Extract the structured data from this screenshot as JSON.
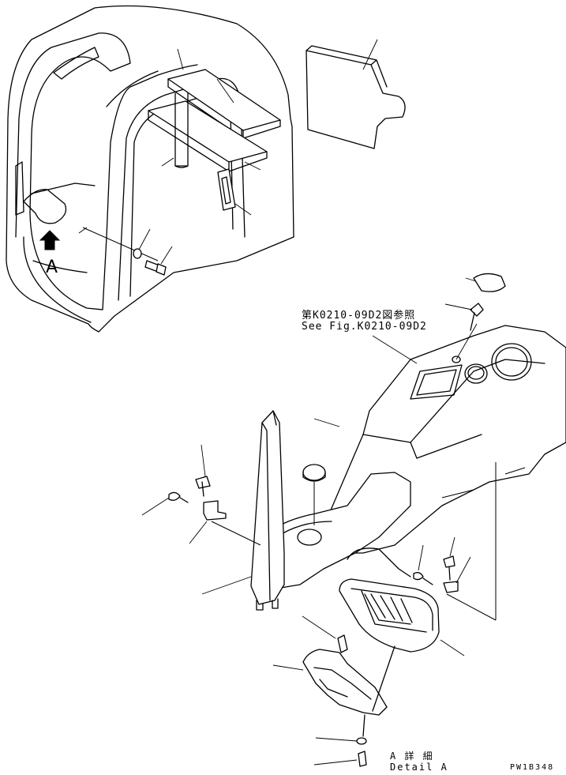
{
  "view_label": "A",
  "reference_note": {
    "line_jp": "第K0210-09D2図参照",
    "line_en": "See Fig.K0210-09D2"
  },
  "detail_caption": {
    "line_jp": "A 詳 細",
    "line_en": "Detail A"
  },
  "drawing_code": "PW1B348"
}
